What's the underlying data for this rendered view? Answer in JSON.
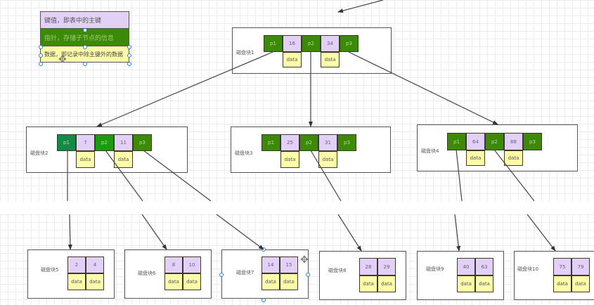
{
  "legend": {
    "key": "键值，即表中的主键",
    "pointer": "指针，存储子节点的信息",
    "data": "数据，即记录中除主键外的数据"
  },
  "colors": {
    "pointer": "#3d8a08",
    "key": "#e2d0f7",
    "data": "#fdfca8"
  },
  "root": {
    "label": "磁盘块1",
    "pointers": [
      "p1",
      "p2",
      "p3"
    ],
    "keys": [
      "16",
      "34"
    ],
    "data": [
      "data",
      "data"
    ]
  },
  "level2": [
    {
      "label": "磁盘块2",
      "pointers": [
        "p1",
        "p2",
        "p3"
      ],
      "keys": [
        "7",
        "11"
      ],
      "data": [
        "data",
        "data"
      ]
    },
    {
      "label": "磁盘块3",
      "pointers": [
        "p1",
        "p2",
        "p3"
      ],
      "keys": [
        "25",
        "31"
      ],
      "data": [
        "data",
        "data"
      ]
    },
    {
      "label": "磁盘块4",
      "pointers": [
        "p1",
        "p2",
        "p3"
      ],
      "keys": [
        "64",
        "88"
      ],
      "data": [
        "data",
        "data"
      ]
    }
  ],
  "leaves": [
    {
      "label": "磁盘块5",
      "keys": [
        "2",
        "4"
      ],
      "data": [
        "data",
        "data"
      ]
    },
    {
      "label": "磁盘块6",
      "keys": [
        "8",
        "10"
      ],
      "data": [
        "data",
        "data"
      ]
    },
    {
      "label": "磁盘块7",
      "keys": [
        "14",
        "15"
      ],
      "data": [
        "data",
        "data"
      ]
    },
    {
      "label": "磁盘块8",
      "keys": [
        "28",
        "29"
      ],
      "data": [
        "data",
        "data"
      ]
    },
    {
      "label": "磁盘块9",
      "keys": [
        "40",
        "63"
      ],
      "data": [
        "data",
        "data"
      ]
    },
    {
      "label": "磁盘块10",
      "keys": [
        "75",
        "79"
      ],
      "data": [
        "data",
        "data"
      ]
    }
  ]
}
